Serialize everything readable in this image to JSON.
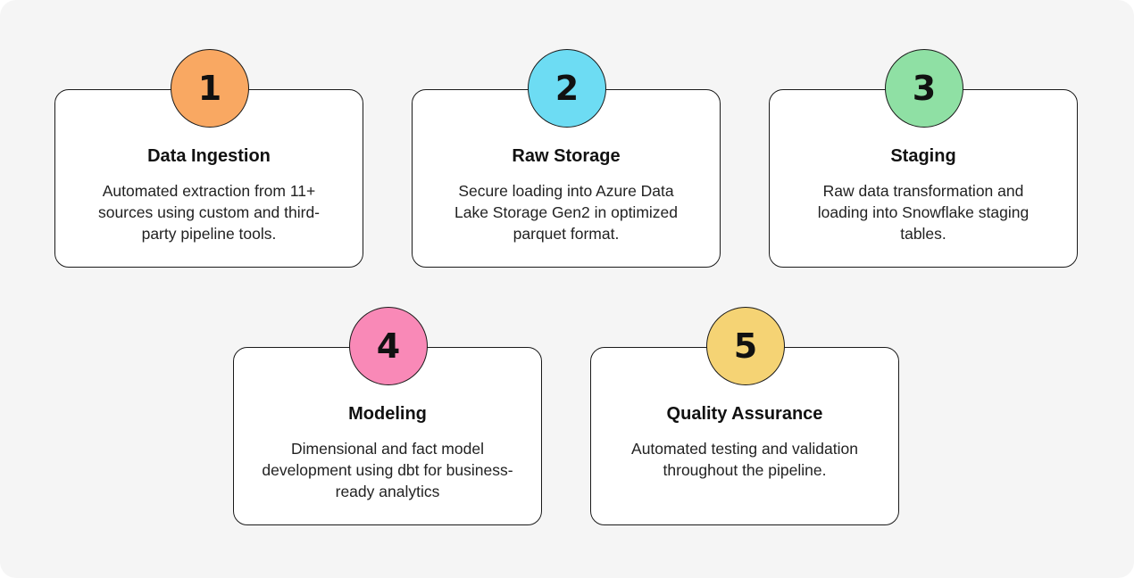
{
  "steps": [
    {
      "number": "1",
      "title": "Data Ingestion",
      "description": "Automated extraction from 11+ sources using custom and third-party pipeline tools.",
      "color": "#f9a862"
    },
    {
      "number": "2",
      "title": "Raw Storage",
      "description": "Secure loading into Azure Data Lake Storage Gen2 in optimized parquet format.",
      "color": "#6ddcf3"
    },
    {
      "number": "3",
      "title": "Staging",
      "description": "Raw data transformation and loading into Snowflake staging tables.",
      "color": "#8fe0a4"
    },
    {
      "number": "4",
      "title": "Modeling",
      "description": "Dimensional and fact model development using dbt for business-ready analytics",
      "color": "#f989b7"
    },
    {
      "number": "5",
      "title": "Quality Assurance",
      "description": "Automated testing and validation throughout the pipeline.",
      "color": "#f5d374"
    }
  ]
}
